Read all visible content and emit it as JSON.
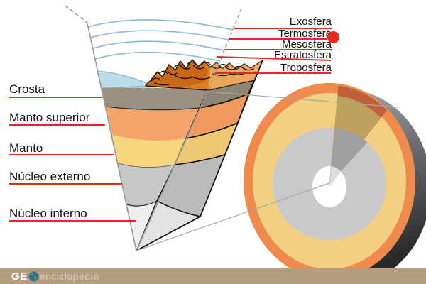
{
  "labels": {
    "atmosphere": [
      "Exosfera",
      "Termosfera",
      "Mesosfera",
      "Estratosfera",
      "Troposfera"
    ],
    "earth": [
      "Crosta",
      "Manto superior",
      "Manto",
      "Núcleo externo",
      "Núcleo interno"
    ]
  },
  "markers": {
    "termosfera_dot": "red-dot"
  },
  "footer": {
    "logo_prefix": "GE",
    "logo_suffix": "enciclopedia"
  },
  "colors": {
    "accent_red": "#e8281c",
    "footer_bar": "#b69c7e",
    "sea_blue": "#bcdcea",
    "atmosphere_arc": "#8fb8d0",
    "crust": "#9a9181",
    "upper_mantle": "#f2a46b",
    "mantle": "#f6d57f",
    "outer_core": "#c7c7c9",
    "inner_core_wedge": "#ededee",
    "disc_rim_orange": "#ef8a4d",
    "disc_yellow": "#f2d083",
    "disc_outer_core": "#c9c9cb",
    "disc_inner_core": "#ffffff",
    "cut_sector_rim": "#c0603a",
    "cut_sector_yellow": "#bda15c",
    "cut_sector_gray": "#9fa0a2"
  }
}
